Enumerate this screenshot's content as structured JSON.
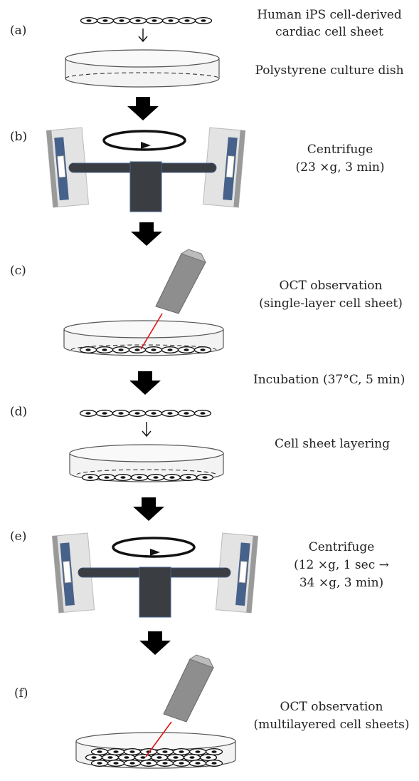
{
  "steps": {
    "a": {
      "letter": "(a)",
      "lines": [
        "Human iPS cell-derived",
        "cardiac cell sheet",
        "Polystyrene culture dish"
      ]
    },
    "b": {
      "letter": "(b)",
      "lines": [
        "Centrifuge",
        "(23 ×g, 3 min)"
      ]
    },
    "c": {
      "letter": "(c)",
      "lines": [
        "OCT observation",
        "(single-layer cell sheet)"
      ]
    },
    "incubation": "Incubation (37°C, 5 min)",
    "d": {
      "letter": "(d)",
      "lines": [
        "Cell sheet layering"
      ]
    },
    "e": {
      "letter": "(e)",
      "lines": [
        "Centrifuge",
        "(12 ×g, 1 sec →",
        "34 ×g, 3 min)"
      ]
    },
    "f": {
      "letter": "(f)",
      "lines": [
        "OCT observation",
        "(multilayered cell sheets)"
      ]
    }
  },
  "colors": {
    "rotor": "#3a3d42",
    "bucket_panel": "#e3e3e3",
    "bucket_blue": "#46618a",
    "probe": "#8a8a8a",
    "laser": "#e01010",
    "cell_fill": "#ffffff",
    "cell_nucleus": "#111111",
    "arrow": "#000000"
  }
}
